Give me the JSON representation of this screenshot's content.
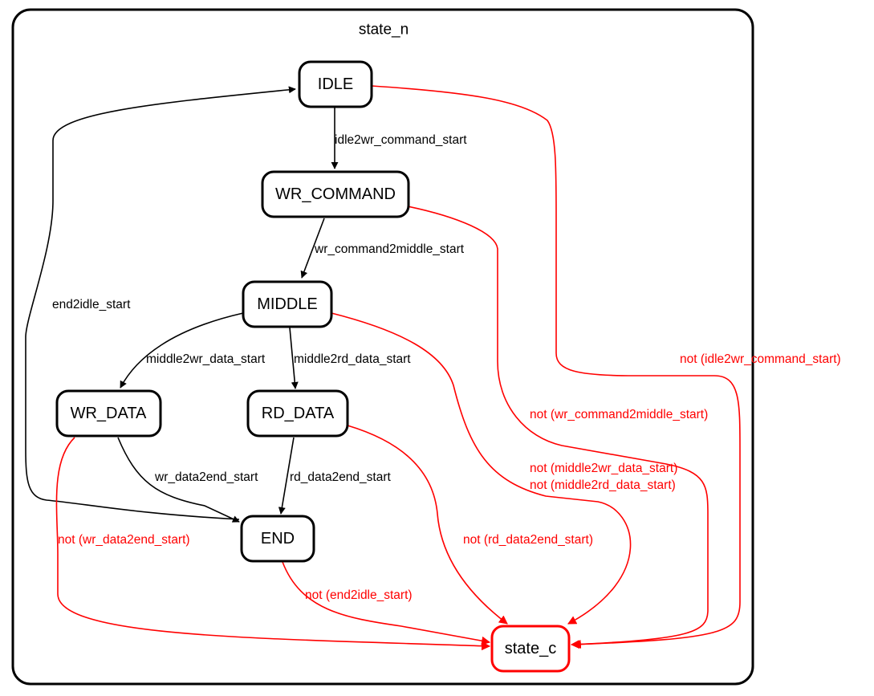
{
  "diagram": {
    "cluster_title": "state_n",
    "colors": {
      "normal": "#000000",
      "exit": "#ff0000",
      "background": "#ffffff"
    },
    "states": [
      {
        "id": "IDLE",
        "label": "IDLE",
        "kind": "normal"
      },
      {
        "id": "WR_COMMAND",
        "label": "WR_COMMAND",
        "kind": "normal"
      },
      {
        "id": "MIDDLE",
        "label": "MIDDLE",
        "kind": "normal"
      },
      {
        "id": "WR_DATA",
        "label": "WR_DATA",
        "kind": "normal"
      },
      {
        "id": "RD_DATA",
        "label": "RD_DATA",
        "kind": "normal"
      },
      {
        "id": "END",
        "label": "END",
        "kind": "normal"
      },
      {
        "id": "state_c",
        "label": "state_c",
        "kind": "exit"
      }
    ],
    "transitions": [
      {
        "id": "idle2wr_command",
        "from": "IDLE",
        "to": "WR_COMMAND",
        "label": "idle2wr_command_start",
        "kind": "normal"
      },
      {
        "id": "wr_command2middle",
        "from": "WR_COMMAND",
        "to": "MIDDLE",
        "label": "wr_command2middle_start",
        "kind": "normal"
      },
      {
        "id": "middle2wr_data",
        "from": "MIDDLE",
        "to": "WR_DATA",
        "label": "middle2wr_data_start",
        "kind": "normal"
      },
      {
        "id": "middle2rd_data",
        "from": "MIDDLE",
        "to": "RD_DATA",
        "label": "middle2rd_data_start",
        "kind": "normal"
      },
      {
        "id": "wr_data2end",
        "from": "WR_DATA",
        "to": "END",
        "label": "wr_data2end_start",
        "kind": "normal"
      },
      {
        "id": "rd_data2end",
        "from": "RD_DATA",
        "to": "END",
        "label": "rd_data2end_start",
        "kind": "normal"
      },
      {
        "id": "end2idle",
        "from": "END",
        "to": "IDLE",
        "label": "end2idle_start",
        "kind": "normal"
      },
      {
        "id": "not_idle2wr_command",
        "from": "IDLE",
        "to": "state_c",
        "label": "not (idle2wr_command_start)",
        "kind": "exit"
      },
      {
        "id": "not_wr_command2middle",
        "from": "WR_COMMAND",
        "to": "state_c",
        "label": "not (wr_command2middle_start)",
        "kind": "exit"
      },
      {
        "id": "not_middle",
        "from": "MIDDLE",
        "to": "state_c",
        "label": "not (middle2wr_data_start)",
        "label2": "not (middle2rd_data_start)",
        "kind": "exit"
      },
      {
        "id": "not_rd_data2end",
        "from": "RD_DATA",
        "to": "state_c",
        "label": "not (rd_data2end_start)",
        "kind": "exit"
      },
      {
        "id": "not_wr_data2end",
        "from": "WR_DATA",
        "to": "state_c",
        "label": "not (wr_data2end_start)",
        "kind": "exit"
      },
      {
        "id": "not_end2idle",
        "from": "END",
        "to": "state_c",
        "label": "not (end2idle_start)",
        "kind": "exit"
      }
    ]
  }
}
